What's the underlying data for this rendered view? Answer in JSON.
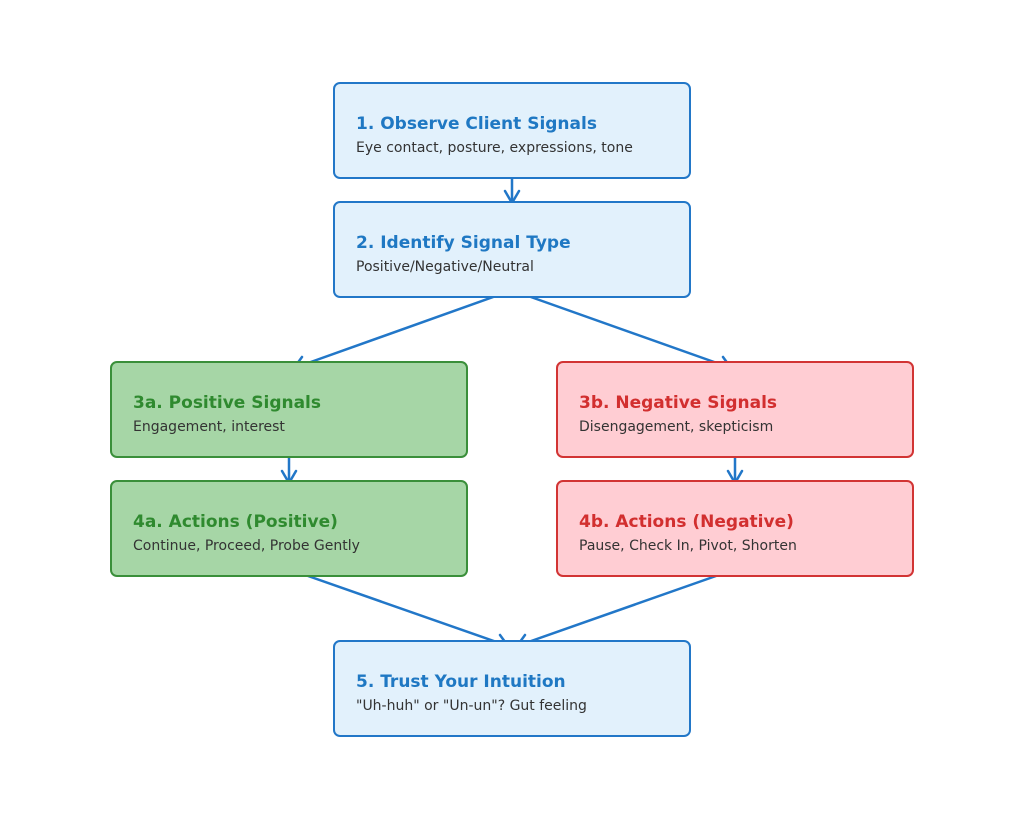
{
  "colors": {
    "edge": "#2277c8",
    "blue_fill": "#e2f1fc",
    "blue_border": "#2277c8",
    "green_fill": "#a6d6a6",
    "green_border": "#3a8f3a",
    "red_fill": "#ffcdd3",
    "red_border": "#d23434",
    "desc_text": "#333333"
  },
  "nodes": {
    "n1": {
      "title": "1. Observe Client Signals",
      "desc": "Eye contact, posture, expressions, tone"
    },
    "n2": {
      "title": "2. Identify Signal Type",
      "desc": "Positive/Negative/Neutral"
    },
    "n3a": {
      "title": "3a. Positive Signals",
      "desc": "Engagement, interest"
    },
    "n3b": {
      "title": "3b. Negative Signals",
      "desc": "Disengagement, skepticism"
    },
    "n4a": {
      "title": "4a. Actions (Positive)",
      "desc": "Continue, Proceed, Probe Gently"
    },
    "n4b": {
      "title": "4b. Actions (Negative)",
      "desc": "Pause, Check In, Pivot, Shorten"
    },
    "n5": {
      "title": "5. Trust Your Intuition",
      "desc": "\"Uh-huh\" or \"Un-un\"? Gut feeling"
    }
  },
  "edges": [
    {
      "from": "n1",
      "to": "n2"
    },
    {
      "from": "n2",
      "to": "n3a"
    },
    {
      "from": "n2",
      "to": "n3b"
    },
    {
      "from": "n3a",
      "to": "n4a"
    },
    {
      "from": "n3b",
      "to": "n4b"
    },
    {
      "from": "n4a",
      "to": "n5"
    },
    {
      "from": "n4b",
      "to": "n5"
    }
  ]
}
